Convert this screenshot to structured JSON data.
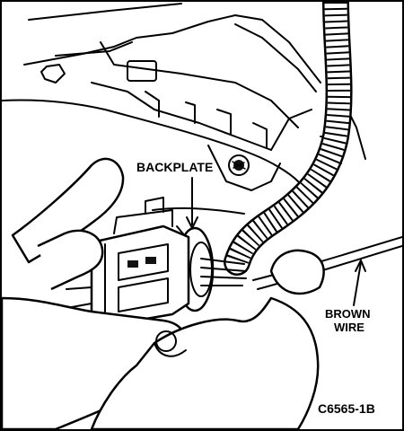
{
  "labels": {
    "backplate": "BACKPLATE",
    "brown_wire_line1": "BROWN",
    "brown_wire_line2": "WIRE",
    "figure_code": "C6565-1B"
  }
}
